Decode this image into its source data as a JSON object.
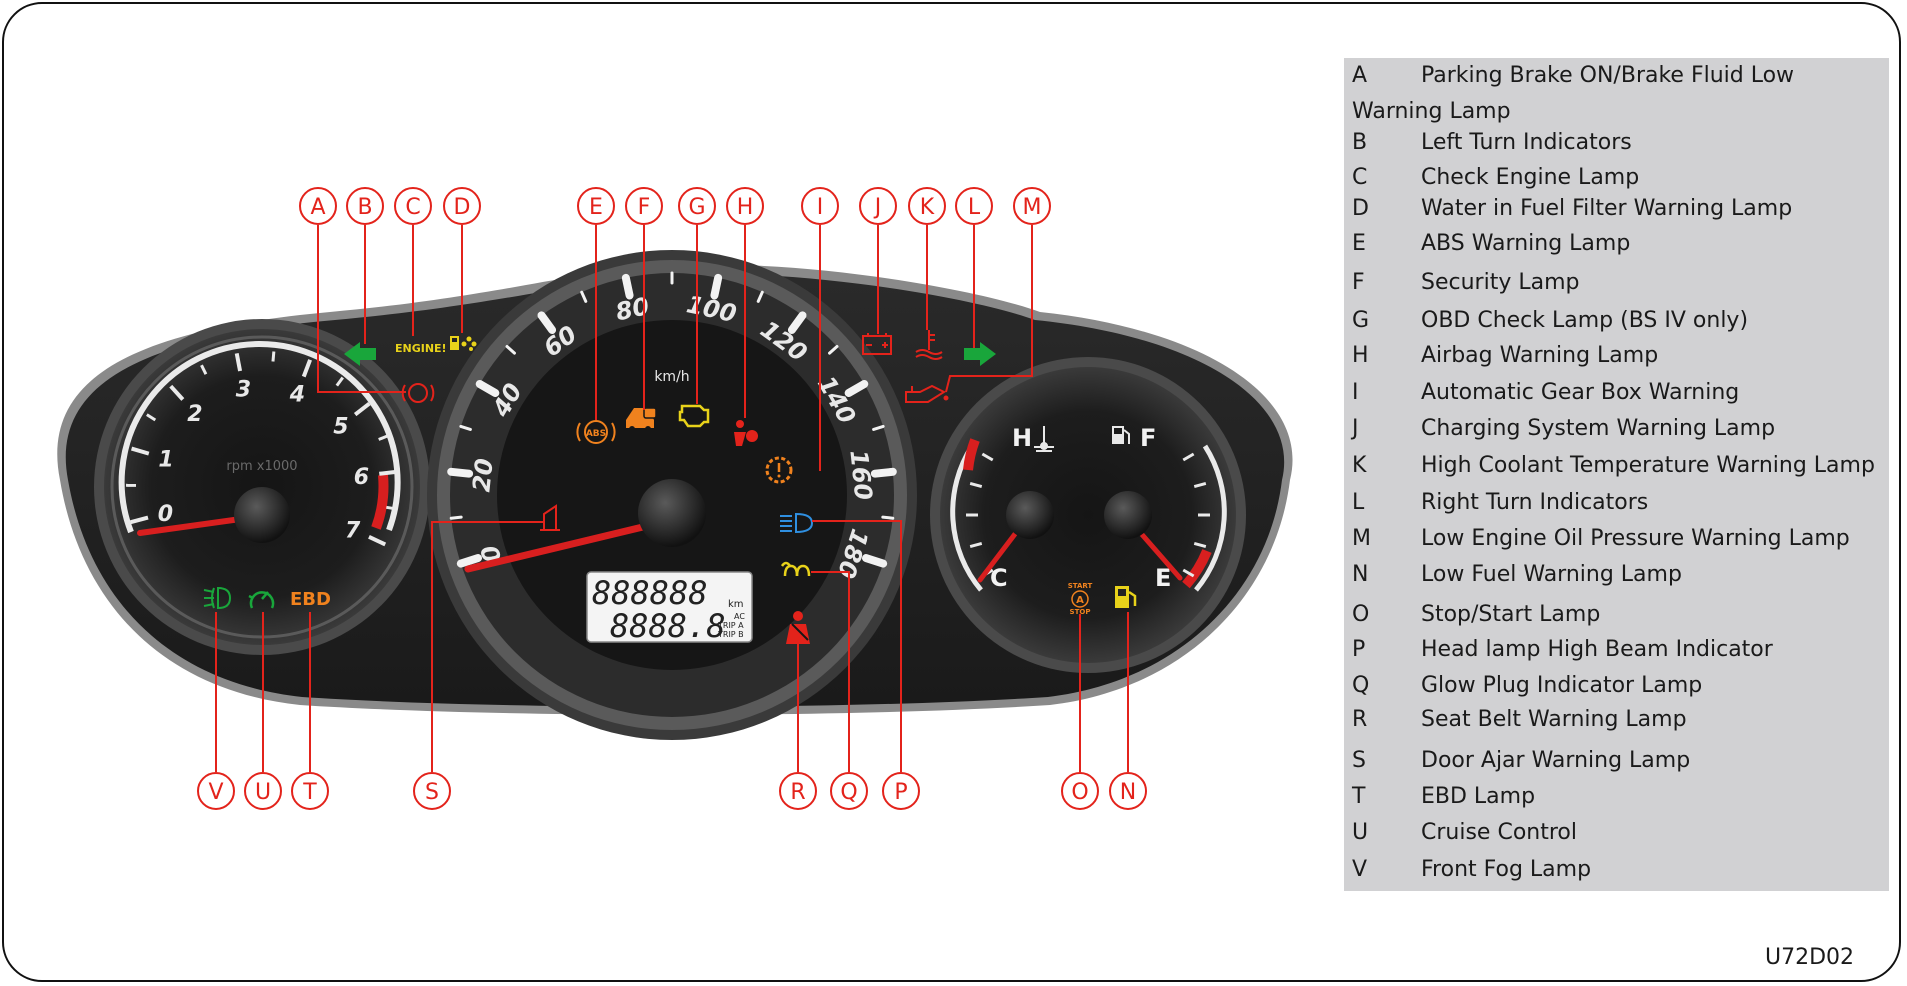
{
  "legend": [
    {
      "letter": "A",
      "text": "Parking Brake ON/Brake Fluid Low",
      "text_cont": "Warning Lamp"
    },
    {
      "letter": "B",
      "text": "Left Turn Indicators"
    },
    {
      "letter": "C",
      "text": "Check Engine Lamp"
    },
    {
      "letter": "D",
      "text": "Water in Fuel Filter Warning Lamp"
    },
    {
      "letter": "E",
      "text": "ABS Warning Lamp"
    },
    {
      "letter": "F",
      "text": "Security Lamp"
    },
    {
      "letter": "G",
      "text": "OBD Check Lamp (BS IV only)"
    },
    {
      "letter": "H",
      "text": "Airbag Warning Lamp"
    },
    {
      "letter": "I",
      "text": "Automatic Gear Box Warning"
    },
    {
      "letter": "J",
      "text": "Charging System Warning Lamp"
    },
    {
      "letter": "K",
      "text": "High Coolant Temperature Warning Lamp"
    },
    {
      "letter": "L",
      "text": "Right Turn Indicators"
    },
    {
      "letter": "M",
      "text": "Low Engine Oil Pressure Warning Lamp"
    },
    {
      "letter": "N",
      "text": "Low Fuel Warning Lamp"
    },
    {
      "letter": "O",
      "text": "Stop/Start Lamp"
    },
    {
      "letter": "P",
      "text": "Head lamp High Beam Indicator"
    },
    {
      "letter": "Q",
      "text": "Glow Plug Indicator Lamp"
    },
    {
      "letter": "R",
      "text": "Seat Belt Warning Lamp"
    },
    {
      "letter": "S",
      "text": "Door Ajar Warning Lamp"
    },
    {
      "letter": "T",
      "text": "EBD Lamp"
    },
    {
      "letter": "U",
      "text": "Cruise Control"
    },
    {
      "letter": "V",
      "text": "Front Fog Lamp"
    }
  ],
  "figure_code": "U72D02",
  "tachometer": {
    "numbers": [
      "0",
      "1",
      "2",
      "3",
      "4",
      "5",
      "6",
      "7"
    ],
    "unit_label": "rpm x1000"
  },
  "speedometer": {
    "numbers": [
      "0",
      "20",
      "40",
      "60",
      "80",
      "100",
      "120",
      "140",
      "160",
      "180"
    ],
    "unit_label": "km/h"
  },
  "lcd": {
    "odometer": "888888",
    "odometer_unit": "km",
    "trip": "8888.8",
    "ac_label": "AC",
    "trip_a_label": "TRIP A",
    "trip_b_label": "TRIP B"
  },
  "temp_gauge": {
    "hot_label": "H",
    "cold_label": "C"
  },
  "fuel_gauge": {
    "full_label": "F",
    "empty_label": "E"
  },
  "indicator_labels": {
    "engine": "ENGINE!",
    "abs": "ABS",
    "ebd": "EBD",
    "start_top": "START",
    "start_mid": "A",
    "start_bot": "STOP"
  },
  "colors": {
    "callout_red": "#e3231b",
    "turn_green": "#19a63b",
    "amber": "#f0821e",
    "yellow": "#e8d21a",
    "blue": "#2f8fe0",
    "legend_bg": "#d1d1d3"
  }
}
